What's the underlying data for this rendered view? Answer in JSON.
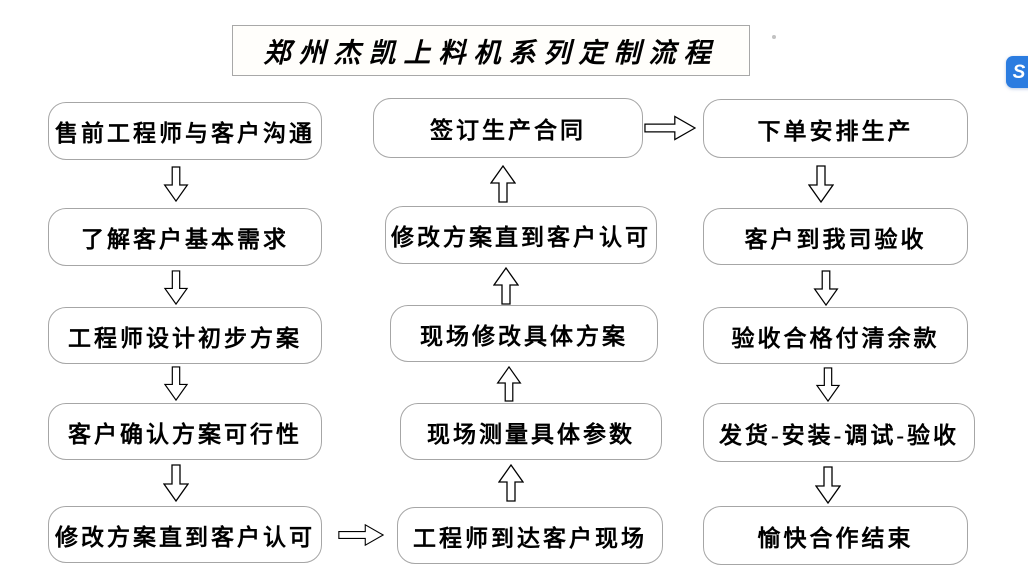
{
  "title": {
    "text": "郑州杰凯上料机系列定制流程"
  },
  "columns": [
    {
      "id": "left",
      "arrow_direction": "down",
      "boxes": [
        "售前工程师与客户沟通",
        "了解客户基本需求",
        "工程师设计初步方案",
        "客户确认方案可行性",
        "修改方案直到客户认可"
      ]
    },
    {
      "id": "middle",
      "arrow_direction": "up",
      "boxes": [
        "签订生产合同",
        "修改方案直到客户认可",
        "现场修改具体方案",
        "现场测量具体参数",
        "工程师到达客户现场"
      ]
    },
    {
      "id": "right",
      "arrow_direction": "down",
      "boxes": [
        "下单安排生产",
        "客户到我司验收",
        "验收合格付清余款",
        "发货-安装-调试-验收",
        "愉快合作结束"
      ]
    }
  ],
  "flow": {
    "left_column_arrow_count": 4,
    "middle_column_arrow_count": 4,
    "right_column_arrow_count": 4,
    "horizontal_arrows": [
      {
        "from": "修改方案直到客户认可",
        "to": "工程师到达客户现场"
      },
      {
        "from": "签订生产合同",
        "to": "下单安排生产"
      }
    ]
  },
  "icons": {
    "down_arrow": "block-arrow-down",
    "up_arrow": "block-arrow-up",
    "right_arrow": "block-arrow-right",
    "widget_glyph": "S"
  },
  "colors": {
    "background": "#ffffff",
    "box_border": "#a6a6a6",
    "text": "#000000",
    "arrow_outline": "#000000",
    "widget_blue": "#2b7ce0"
  }
}
